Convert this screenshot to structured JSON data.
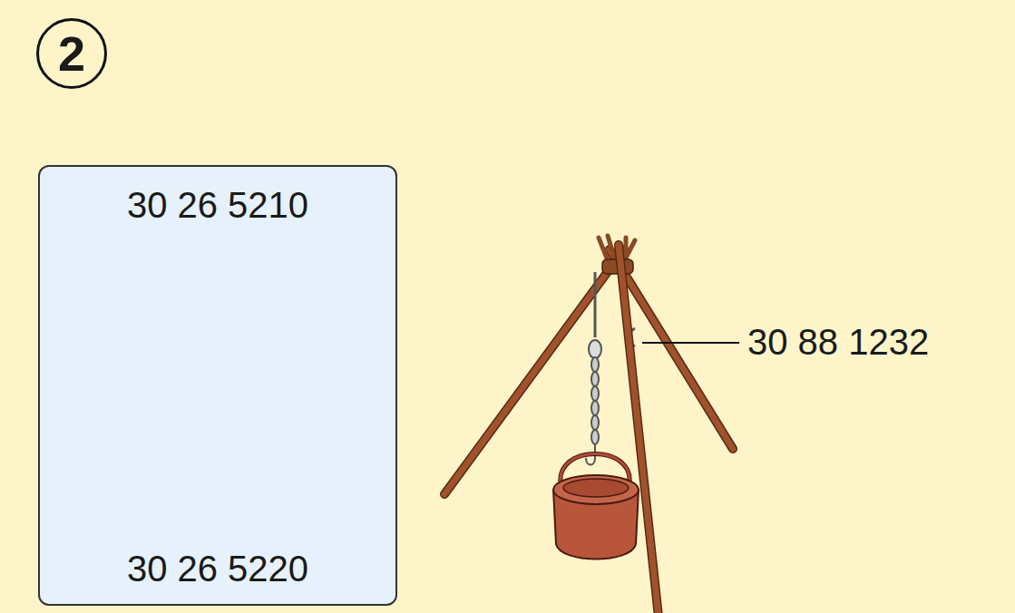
{
  "diagram": {
    "nodes": [
      {
        "text": [
          "2"
        ]
      },
      {
        "text": [
          "30 26 5210",
          "30 26 5220"
        ]
      }
    ],
    "labels": [
      "30 88 1232"
    ]
  }
}
